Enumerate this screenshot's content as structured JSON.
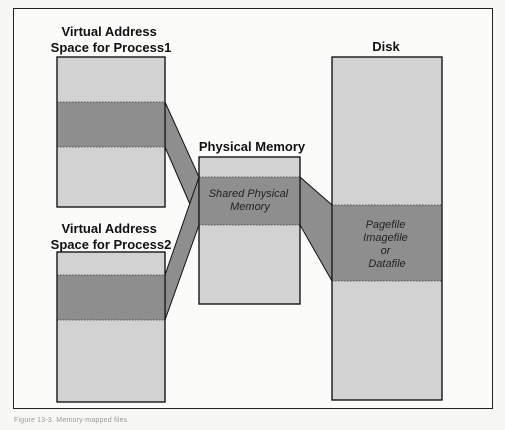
{
  "diagram": {
    "process1_title": [
      "Virtual Address",
      "Space for Process1"
    ],
    "process2_title": [
      "Virtual Address",
      "Space for Process2"
    ],
    "physical_title": "Physical Memory",
    "disk_title": "Disk",
    "shared_label": [
      "Shared Physical",
      "Memory"
    ],
    "disk_region_label": [
      "Pagefile",
      "Imagefile",
      "or",
      "Datafile"
    ]
  },
  "caption": "Figure 13-3. Memory-mapped files",
  "colors": {
    "light_fill": "#d2d2d2",
    "dark_fill": "#8e8e8e",
    "outline": "#111111",
    "background": "#f7f7f5"
  }
}
